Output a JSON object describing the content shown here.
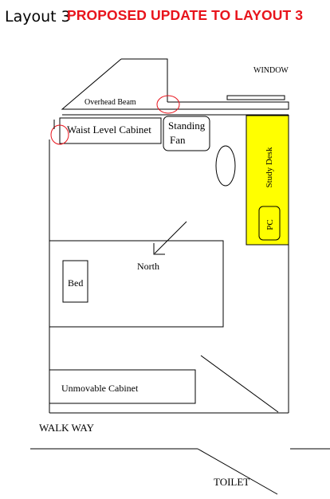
{
  "title": {
    "layout_label": "Layout 3",
    "proposal_label": "PROPOSED UPDATE TO LAYOUT 3"
  },
  "labels": {
    "window": "WINDOW",
    "overhead_beam": "Overhead Beam",
    "waist_level_cabinet": "Waist Level Cabinet",
    "standing_fan": [
      "Standing",
      "Fan"
    ],
    "study_desk": "Study Desk",
    "pc": "PC",
    "north": "North",
    "bed": "Bed",
    "unmovable_cabinet": "Unmovable Cabinet",
    "walk_way": "WALK WAY",
    "toilet": "TOILET"
  },
  "colors": {
    "line": "#000000",
    "title_accent": "#e8141c",
    "desk_fill": "#ffff00",
    "highlight_circle": "#e8141c"
  }
}
